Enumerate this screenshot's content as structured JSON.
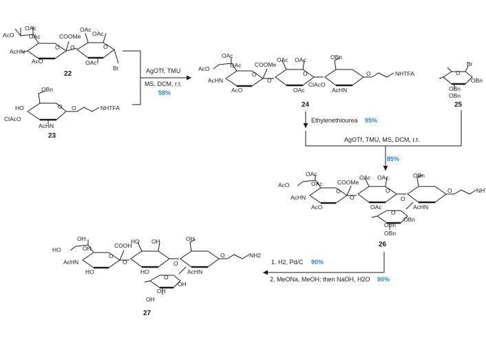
{
  "compounds": {
    "c22": {
      "number": "22",
      "labels": [
        "AcO",
        "OAc",
        "OAc",
        "COOMe",
        "OAc",
        "OAc",
        "AcHN",
        "O",
        "O",
        "AcO",
        "OAc",
        "O",
        "Br"
      ]
    },
    "c23": {
      "number": "23",
      "labels": [
        "OBn",
        "HO",
        "ClAcO",
        "O",
        "AcHN",
        "O",
        "NHTFA"
      ]
    },
    "c24": {
      "number": "24",
      "labels": [
        "AcO",
        "OAc",
        "OAc",
        "COOMe",
        "OAc",
        "OAc",
        "OBn",
        "AcHN",
        "O",
        "O",
        "O",
        "AcO",
        "OAc",
        "ClAcO",
        "AcHN",
        "O",
        "NHTFA"
      ]
    },
    "c25": {
      "number": "25",
      "labels": [
        "Br",
        "O",
        "OBn",
        "OBn",
        "OBn"
      ]
    },
    "c26": {
      "number": "26",
      "labels": [
        "AcO",
        "OAc",
        "OAc",
        "COOMe",
        "OAc",
        "OAc",
        "OBn",
        "AcHN",
        "O",
        "O",
        "O",
        "AcO",
        "OAc",
        "O",
        "AcHN",
        "O",
        "NHTFA",
        "O",
        "OBn",
        "OBn",
        "OBn"
      ]
    },
    "c27": {
      "number": "27",
      "labels": [
        "HO",
        "OH",
        "OH",
        "COOH",
        "HO",
        "OH",
        "OH",
        "AcHN",
        "O",
        "O",
        "HO",
        "HO",
        "O",
        "AcHN",
        "O",
        "NH2",
        "O",
        "OH",
        "OH",
        "OH"
      ]
    }
  },
  "steps": {
    "s1": {
      "line1": "AgOTf, TMU",
      "line2": "MS, DCM, r.t.",
      "yield": "58%"
    },
    "s2": {
      "reagent": "Ethylenethiourea",
      "yield": "95%"
    },
    "s3": {
      "conditions": "AgOTf, TMU, MS, DCM, r.t.",
      "yield": "85%"
    },
    "s4": {
      "step1": "1. H2, Pd/C",
      "yield1": "90%",
      "step2": "2. MeONa, MeOH; then NaOH, H2O",
      "yield2": "90%"
    }
  },
  "colors": {
    "ink": "#1a1a1a",
    "yield": "#2a86b7"
  }
}
